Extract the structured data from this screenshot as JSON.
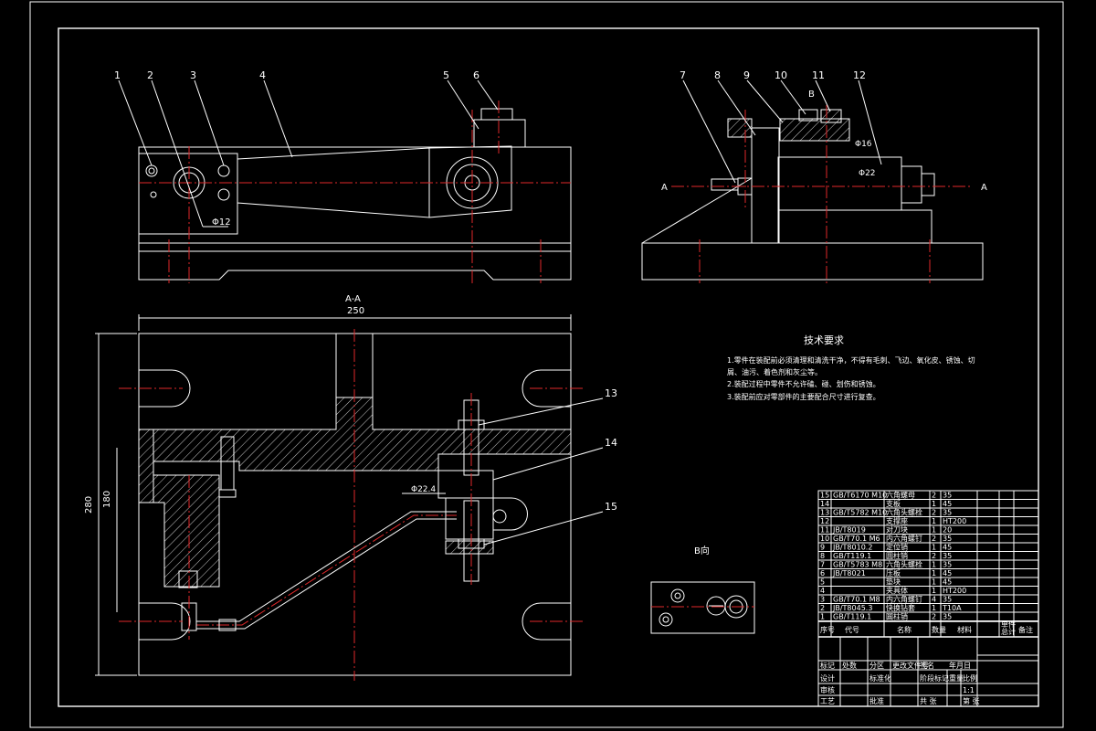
{
  "balloons": [
    "1",
    "2",
    "3",
    "4",
    "5",
    "6",
    "7",
    "8",
    "9",
    "10",
    "11",
    "12",
    "13",
    "14",
    "15"
  ],
  "section": {
    "marker_left": "A",
    "marker_right": "A",
    "view_b_label": "B",
    "title": "A-A",
    "width_dim": "250",
    "height_dim": "280",
    "inner_dim": "180",
    "fit_top_view": "Φ12",
    "fit_side_view": "Φ16",
    "fit_side_view_2": "Φ22",
    "fit_section": "Φ22.4"
  },
  "b_view": {
    "title": "B向"
  },
  "tech": {
    "title": "技术要求",
    "lines": [
      "1.零件在装配前必须清理和清洗干净，不得有毛刺、飞边、氧化皮、锈蚀、切",
      "屑、油污、着色剂和灰尘等。",
      "2.装配过程中零件不允许磕、碰、划伤和锈蚀。",
      "3.装配前应对零部件的主要配合尺寸进行复查。"
    ]
  },
  "parts_table": {
    "headers": [
      "序号",
      "代号",
      "名称",
      "数量",
      "材料",
      "单件",
      "总计",
      "备注"
    ],
    "rows": [
      [
        "15",
        "GB/T6170 M10",
        "六角螺母",
        "2",
        "35",
        "",
        ""
      ],
      [
        "14",
        "",
        "支板",
        "1",
        "45",
        "",
        ""
      ],
      [
        "13",
        "GB/T5782 M10",
        "六角头螺栓",
        "2",
        "35",
        "",
        ""
      ],
      [
        "12",
        "",
        "支撑座",
        "1",
        "HT200",
        "",
        ""
      ],
      [
        "11",
        "JB/T8019",
        "对刀块",
        "1",
        "20",
        "",
        ""
      ],
      [
        "10",
        "GB/T70.1 M6",
        "内六角螺钉",
        "2",
        "35",
        "",
        ""
      ],
      [
        "9",
        "JB/T8010.2",
        "定位销",
        "1",
        "45",
        "",
        ""
      ],
      [
        "8",
        "GB/T119.1",
        "圆柱销",
        "2",
        "35",
        "",
        ""
      ],
      [
        "7",
        "GB/T5783 M8",
        "六角头螺栓",
        "1",
        "35",
        "",
        ""
      ],
      [
        "6",
        "JB/T8021",
        "压板",
        "1",
        "45",
        "",
        ""
      ],
      [
        "5",
        "",
        "垫块",
        "1",
        "45",
        "",
        ""
      ],
      [
        "4",
        "",
        "夹具体",
        "1",
        "HT200",
        "",
        ""
      ],
      [
        "3",
        "GB/T70.1 M8",
        "内六角螺钉",
        "4",
        "35",
        "",
        ""
      ],
      [
        "2",
        "JB/T8045.3",
        "快换钻套",
        "1",
        "T10A",
        "",
        ""
      ],
      [
        "1",
        "GB/T119.1",
        "圆柱销",
        "2",
        "35",
        "",
        ""
      ]
    ]
  },
  "title_block": {
    "labels": [
      "标记",
      "处数",
      "分区",
      "更改文件号",
      "签名",
      "年月日",
      "设计",
      "标准化",
      "阶段标记",
      "重量",
      "比例",
      "审核",
      "工艺",
      "批准",
      "共 张",
      "第 张"
    ],
    "scale": "1:1"
  }
}
